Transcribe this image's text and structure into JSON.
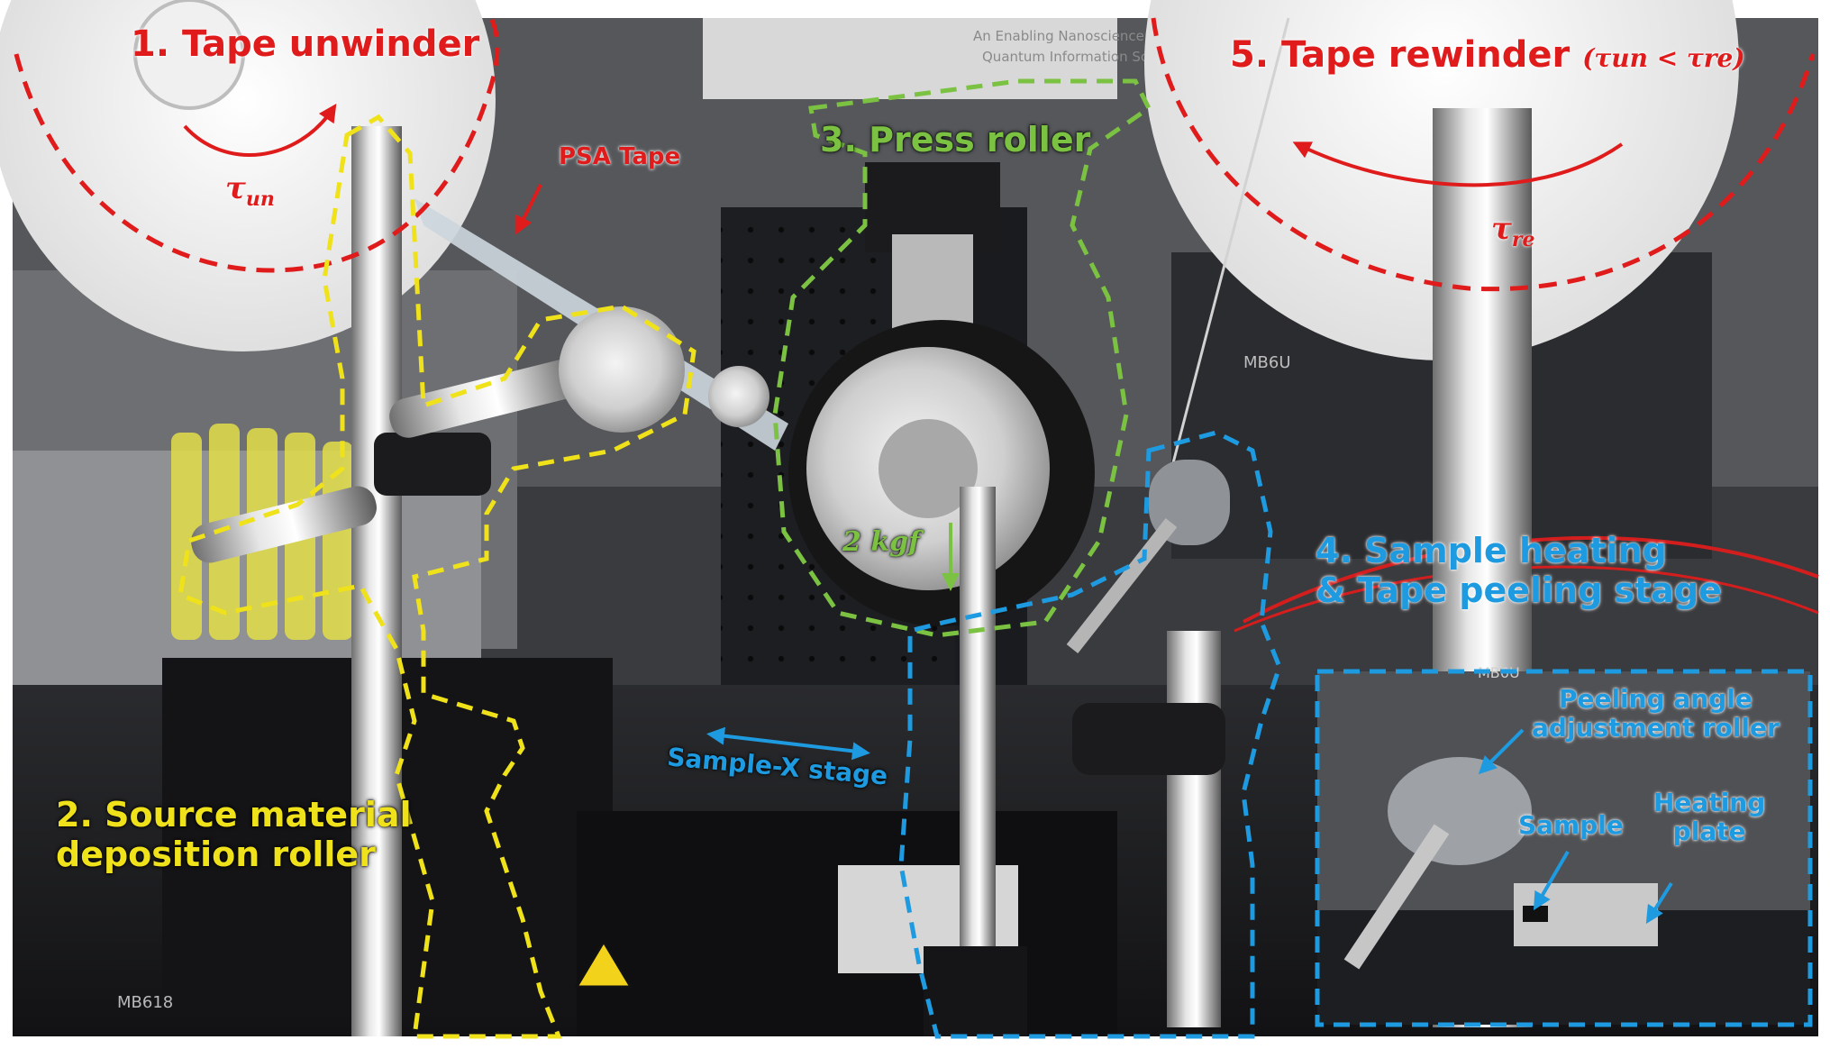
{
  "colors": {
    "unwinder": "#e01b1b",
    "source_roller": "#f0e21a",
    "press_roller": "#7cc242",
    "peeling_stage": "#1e9be0",
    "rewinder": "#e01b1b"
  },
  "labels": {
    "tape_unwinder": "1. Tape unwinder",
    "tau_un": "τ",
    "tau_un_sub": "un",
    "psa_tape": "PSA Tape",
    "source_roller_line1": "2. Source material",
    "source_roller_line2": "deposition roller",
    "press_roller": "3. Press roller",
    "force": "2 kgf",
    "sample_x_stage": "Sample-X stage",
    "peeling_stage_line1": "4. Sample heating",
    "peeling_stage_line2": "& Tape peeling stage",
    "tape_rewinder": "5. Tape rewinder",
    "rewinder_condition": "(τun < τre)",
    "tau_re": "τ",
    "tau_re_sub": "re",
    "peeling_roller_line1": "Peeling angle",
    "peeling_roller_line2": "adjustment roller",
    "sample": "Sample",
    "heating_plate_line1": "Heating",
    "heating_plate_line2": "plate"
  },
  "equipment_marks": {
    "thorlabs_left": "MB618",
    "thorlabs_right": "MB6U",
    "thorlabs_inset": "MB6U",
    "poster_line1": "An Enabling Nanoscience Facility for",
    "poster_line2": "Quantum Information Science"
  }
}
